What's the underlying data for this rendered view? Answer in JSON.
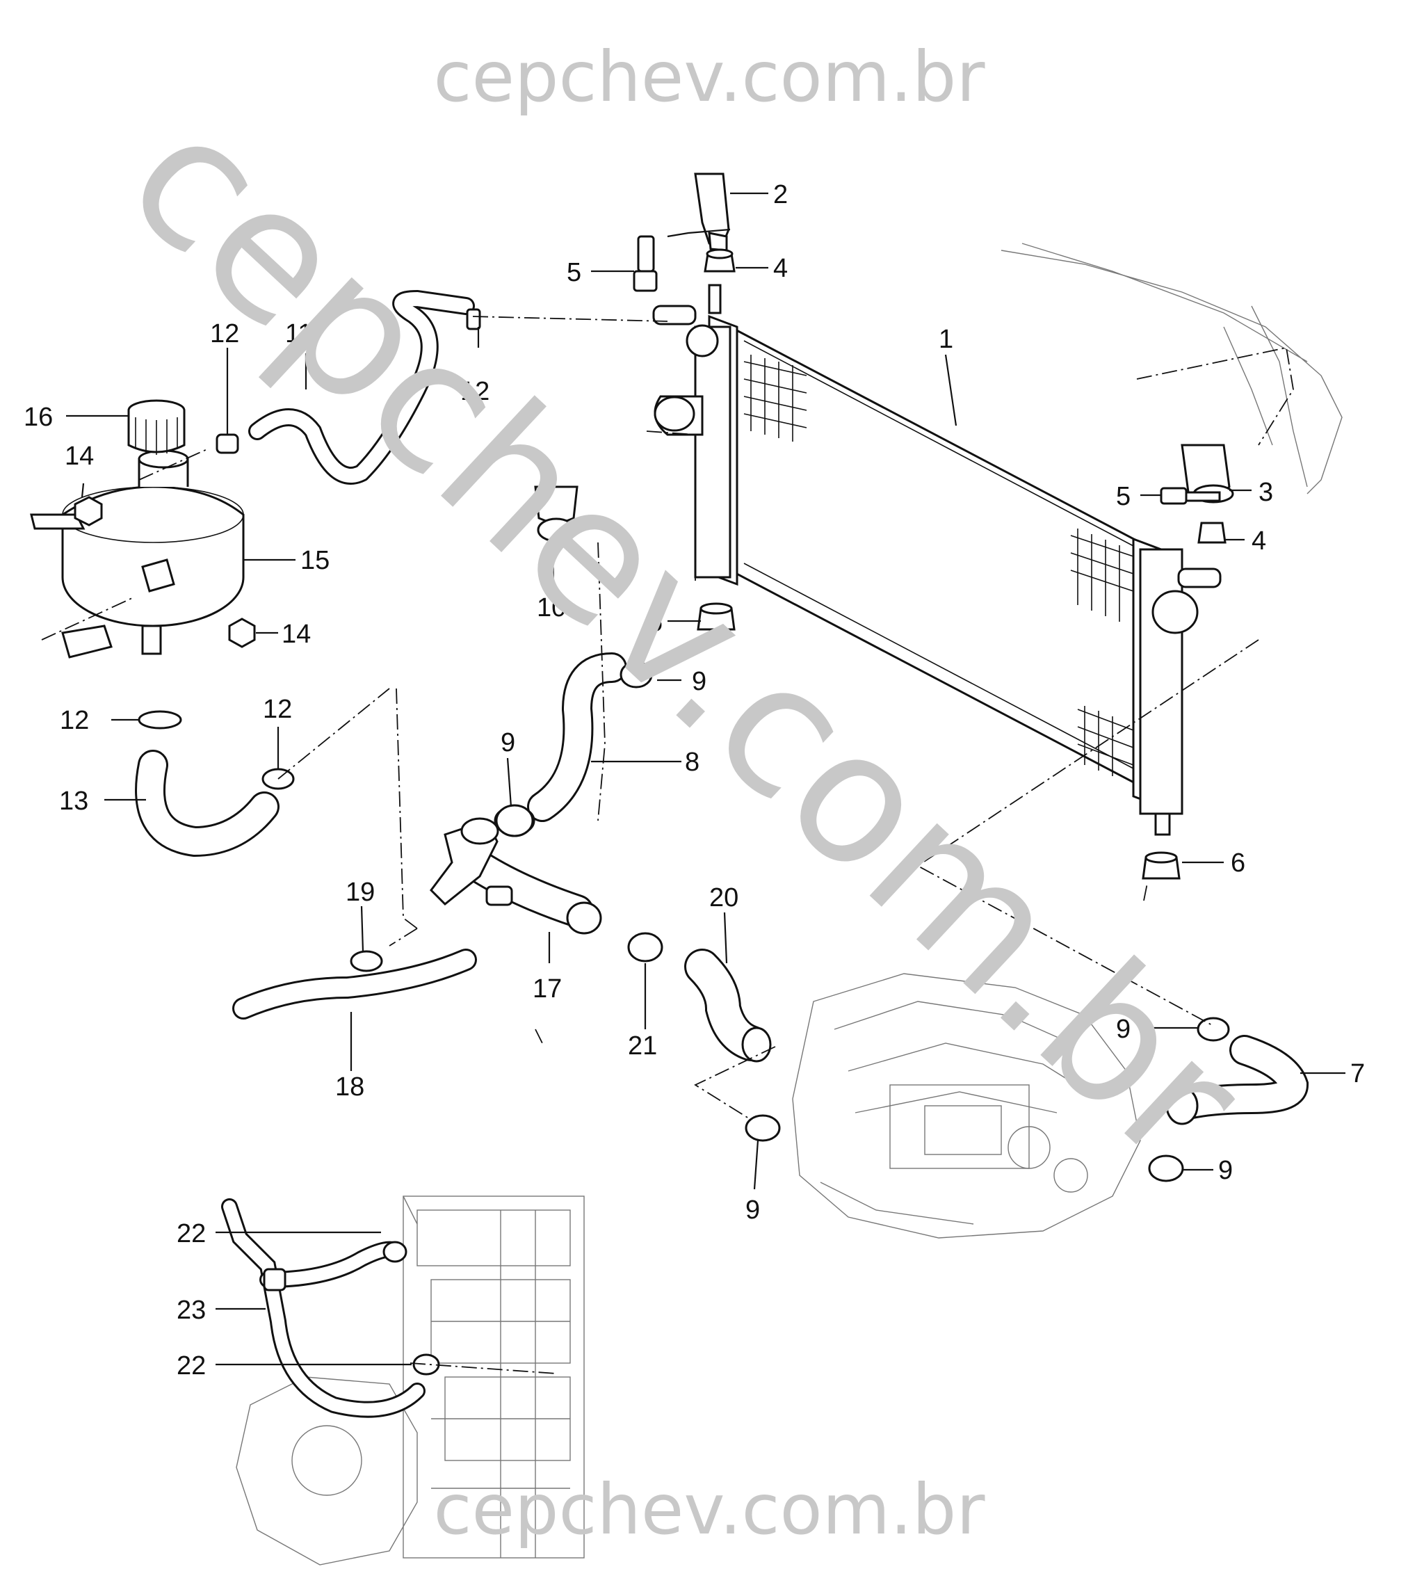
{
  "watermark": {
    "top": "cepchev.com.br",
    "diagonal": "cepchev.com.br",
    "bottom": "cepchev.com.br",
    "color": "#c8c8c8"
  },
  "callouts": [
    {
      "id": "c2a",
      "text": "2"
    },
    {
      "id": "c4a",
      "text": "4"
    },
    {
      "id": "c5a",
      "text": "5"
    },
    {
      "id": "c1",
      "text": "1"
    },
    {
      "id": "c12a",
      "text": "12"
    },
    {
      "id": "c11",
      "text": "11"
    },
    {
      "id": "c12b",
      "text": "12"
    },
    {
      "id": "c16",
      "text": "16"
    },
    {
      "id": "c14a",
      "text": "14"
    },
    {
      "id": "c15",
      "text": "15"
    },
    {
      "id": "c14b",
      "text": "14"
    },
    {
      "id": "c10",
      "text": "10"
    },
    {
      "id": "c5b",
      "text": "5"
    },
    {
      "id": "c3",
      "text": "3"
    },
    {
      "id": "c4b",
      "text": "4"
    },
    {
      "id": "c6a",
      "text": "6"
    },
    {
      "id": "c9a",
      "text": "9"
    },
    {
      "id": "c12c",
      "text": "12"
    },
    {
      "id": "c12d",
      "text": "12"
    },
    {
      "id": "c8",
      "text": "8"
    },
    {
      "id": "c9b",
      "text": "9"
    },
    {
      "id": "c13",
      "text": "13"
    },
    {
      "id": "c6b",
      "text": "6"
    },
    {
      "id": "c19",
      "text": "19"
    },
    {
      "id": "c20",
      "text": "20"
    },
    {
      "id": "c17",
      "text": "17"
    },
    {
      "id": "c21",
      "text": "21"
    },
    {
      "id": "c18",
      "text": "18"
    },
    {
      "id": "c9c",
      "text": "9"
    },
    {
      "id": "c7",
      "text": "7"
    },
    {
      "id": "c9d",
      "text": "9"
    },
    {
      "id": "c9e",
      "text": "9"
    },
    {
      "id": "c22a",
      "text": "22"
    },
    {
      "id": "c23",
      "text": "23"
    },
    {
      "id": "c22b",
      "text": "22"
    }
  ]
}
